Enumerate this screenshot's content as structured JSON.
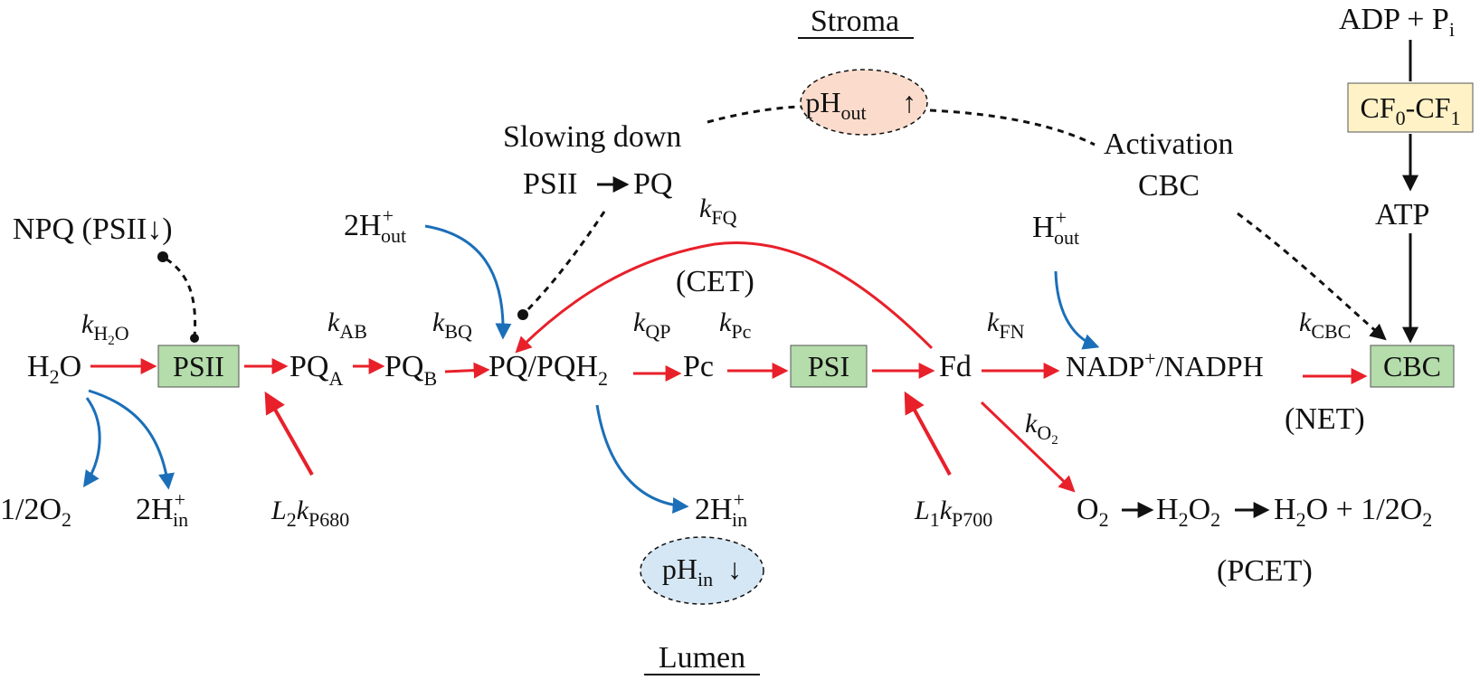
{
  "regions": {
    "stroma": "Stroma",
    "lumen": "Lumen"
  },
  "bubbles": {
    "ph_out": {
      "main": "pH",
      "sub": "out",
      "arrow": "↑"
    },
    "ph_in": {
      "main": "pH",
      "sub": "in",
      "arrow": "↓"
    }
  },
  "boxes": {
    "psii": "PSII",
    "psi": "PSI",
    "cbc": "CBC",
    "cf": {
      "a": "CF",
      "a_sub": "0",
      "sep": "-CF",
      "b_sub": "1"
    }
  },
  "species": {
    "h2o": {
      "a": "H",
      "sub": "2",
      "b": "O"
    },
    "pqa": {
      "main": "PQ",
      "sub": "A"
    },
    "pqb": {
      "main": "PQ",
      "sub": "B"
    },
    "pq_pqh2": {
      "main": "PQ/PQH",
      "sub": "2"
    },
    "pc": "Pc",
    "fd": "Fd",
    "nadp": {
      "a": "NADP",
      "sup": "+",
      "b": "/NADPH"
    },
    "atp": "ATP",
    "adp": {
      "main": "ADP + P",
      "sub": "i"
    },
    "half_o2": {
      "main": "1/2O",
      "sub": "2"
    },
    "h_in_left": {
      "main": "2H",
      "sup": "+",
      "sub": "in"
    },
    "h_in_mid": {
      "main": "2H",
      "sup": "+",
      "sub": "in"
    },
    "h_out_left": {
      "main": "2H",
      "sup": "+",
      "sub": "out"
    },
    "h_out_right": {
      "main": "H",
      "sup": "+",
      "sub": "out"
    },
    "pcet_chain": {
      "o2": "O",
      "o2_sub": "2",
      "h2o2_a": "H",
      "h2o2_sub1": "2",
      "h2o2_b": "O",
      "h2o2_sub2": "2",
      "h2o_a": "H",
      "h2o_sub": "2",
      "h2o_b": "O + 1/2O",
      "h2o_sub2": "2"
    }
  },
  "rates": {
    "k_h2o": {
      "k": "k",
      "sub": "H",
      "sub2": "2",
      "sub3": "O"
    },
    "k_ab": {
      "k": "k",
      "sub": "AB"
    },
    "k_bq": {
      "k": "k",
      "sub": "BQ"
    },
    "k_qp": {
      "k": "k",
      "sub": "QP"
    },
    "k_pc": {
      "k": "k",
      "sub": "Pc"
    },
    "k_fq": {
      "k": "k",
      "sub": "FQ"
    },
    "k_fn": {
      "k": "k",
      "sub": "FN"
    },
    "k_cbc": {
      "k": "k",
      "sub": "CBC"
    },
    "k_o2": {
      "k": "k",
      "sub": "O",
      "sub2": "2"
    },
    "l2k": {
      "l": "L",
      "l_sub": "2",
      "k": "k",
      "sub": "P680"
    },
    "l1k": {
      "l": "L",
      "l_sub": "1",
      "k": "k",
      "sub": "P700"
    }
  },
  "labels": {
    "npq": "NPQ (PSII↓)",
    "slowing": "Slowing down",
    "psii_pq": {
      "a": "PSII",
      "b": "PQ"
    },
    "activation": "Activation",
    "cbc_act": "CBC",
    "cet": "(CET)",
    "net": "(NET)",
    "pcet": "(PCET)"
  },
  "colors": {
    "red_flow": "#e8202a",
    "blue_flow": "#1b6fb8",
    "green_box": "#b5dcab",
    "yellow_box": "#fff2c6",
    "orange_bubble": "#fbdccc",
    "blue_bubble": "#d5e7f4"
  }
}
